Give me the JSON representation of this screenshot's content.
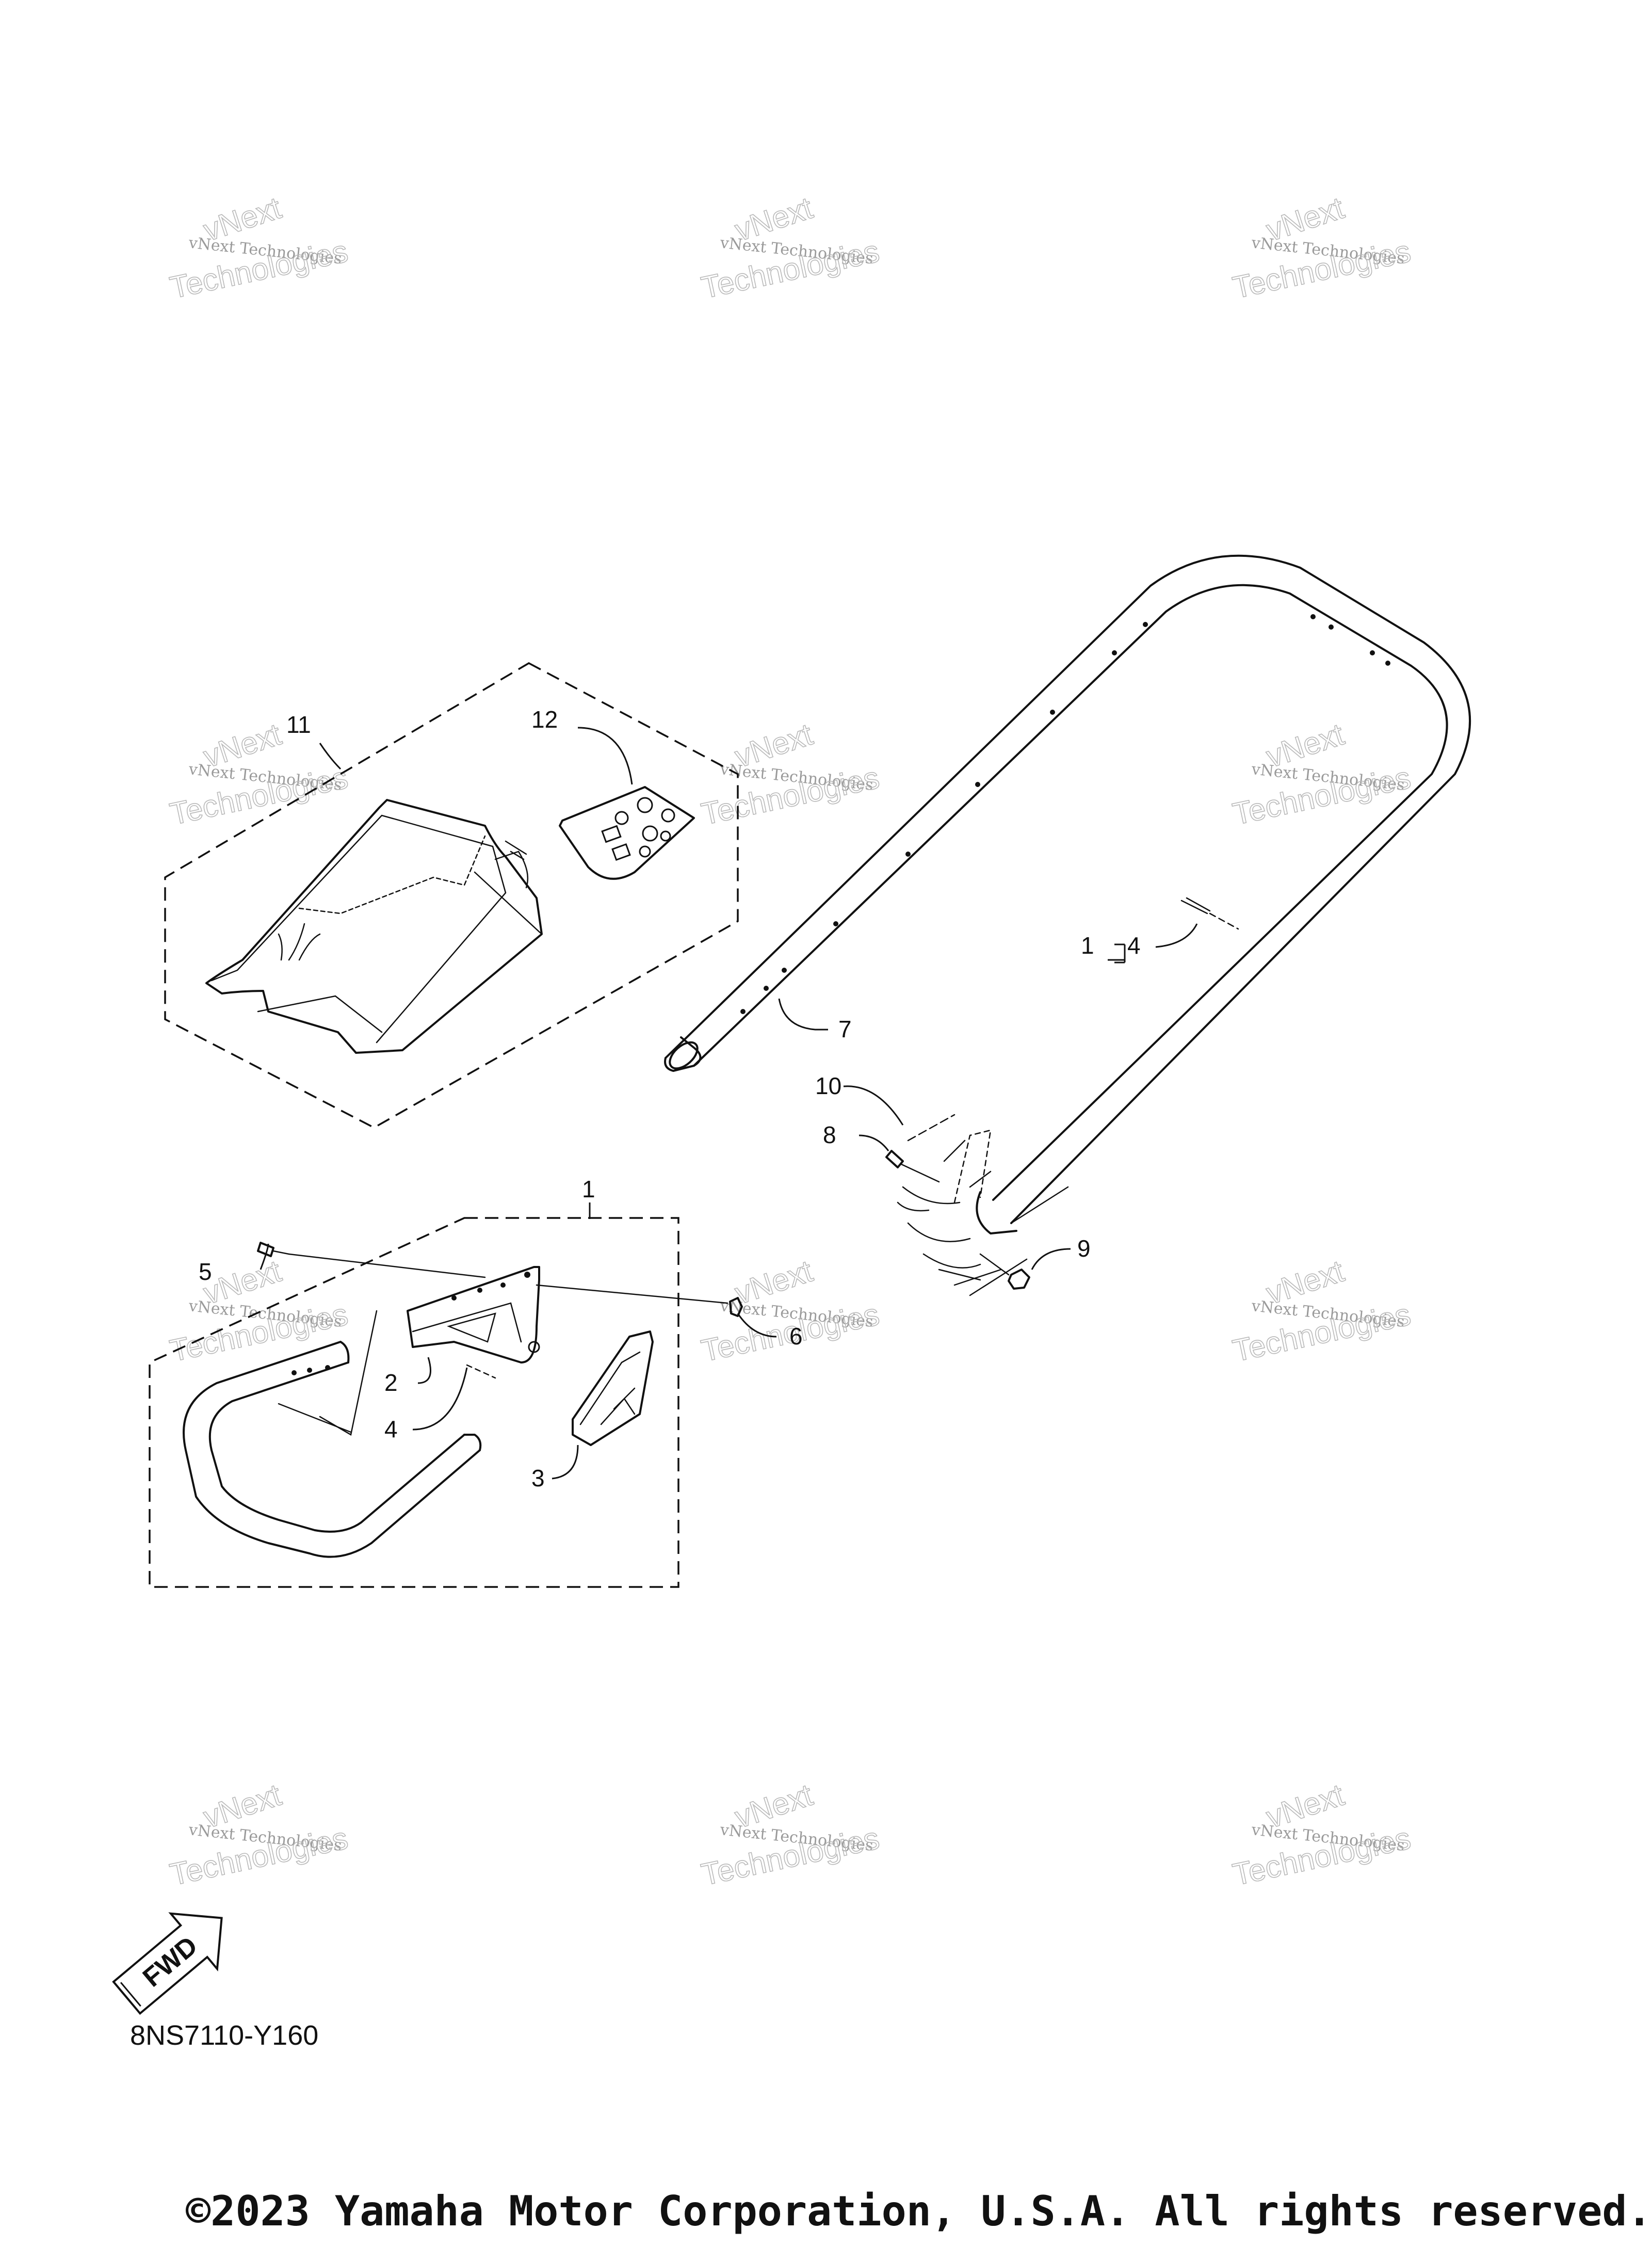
{
  "watermark": {
    "small_text": "vNext Technologies",
    "big_word_1": "vNext",
    "big_word_2": "Technologies"
  },
  "callouts": {
    "c1_assy": "1",
    "c1_bracket": "1",
    "c2": "2",
    "c3": "3",
    "c4_lower": "4",
    "c4_upper": "4",
    "c5": "5",
    "c6": "6",
    "c7": "7",
    "c8": "8",
    "c9": "9",
    "c10": "10",
    "c11": "11",
    "c12": "12"
  },
  "fwd_label": "FWD",
  "diagram_code": "8NS7110-Y160",
  "copyright": "©2023 Yamaha Motor Corporation, U.S.A. All rights reserved."
}
